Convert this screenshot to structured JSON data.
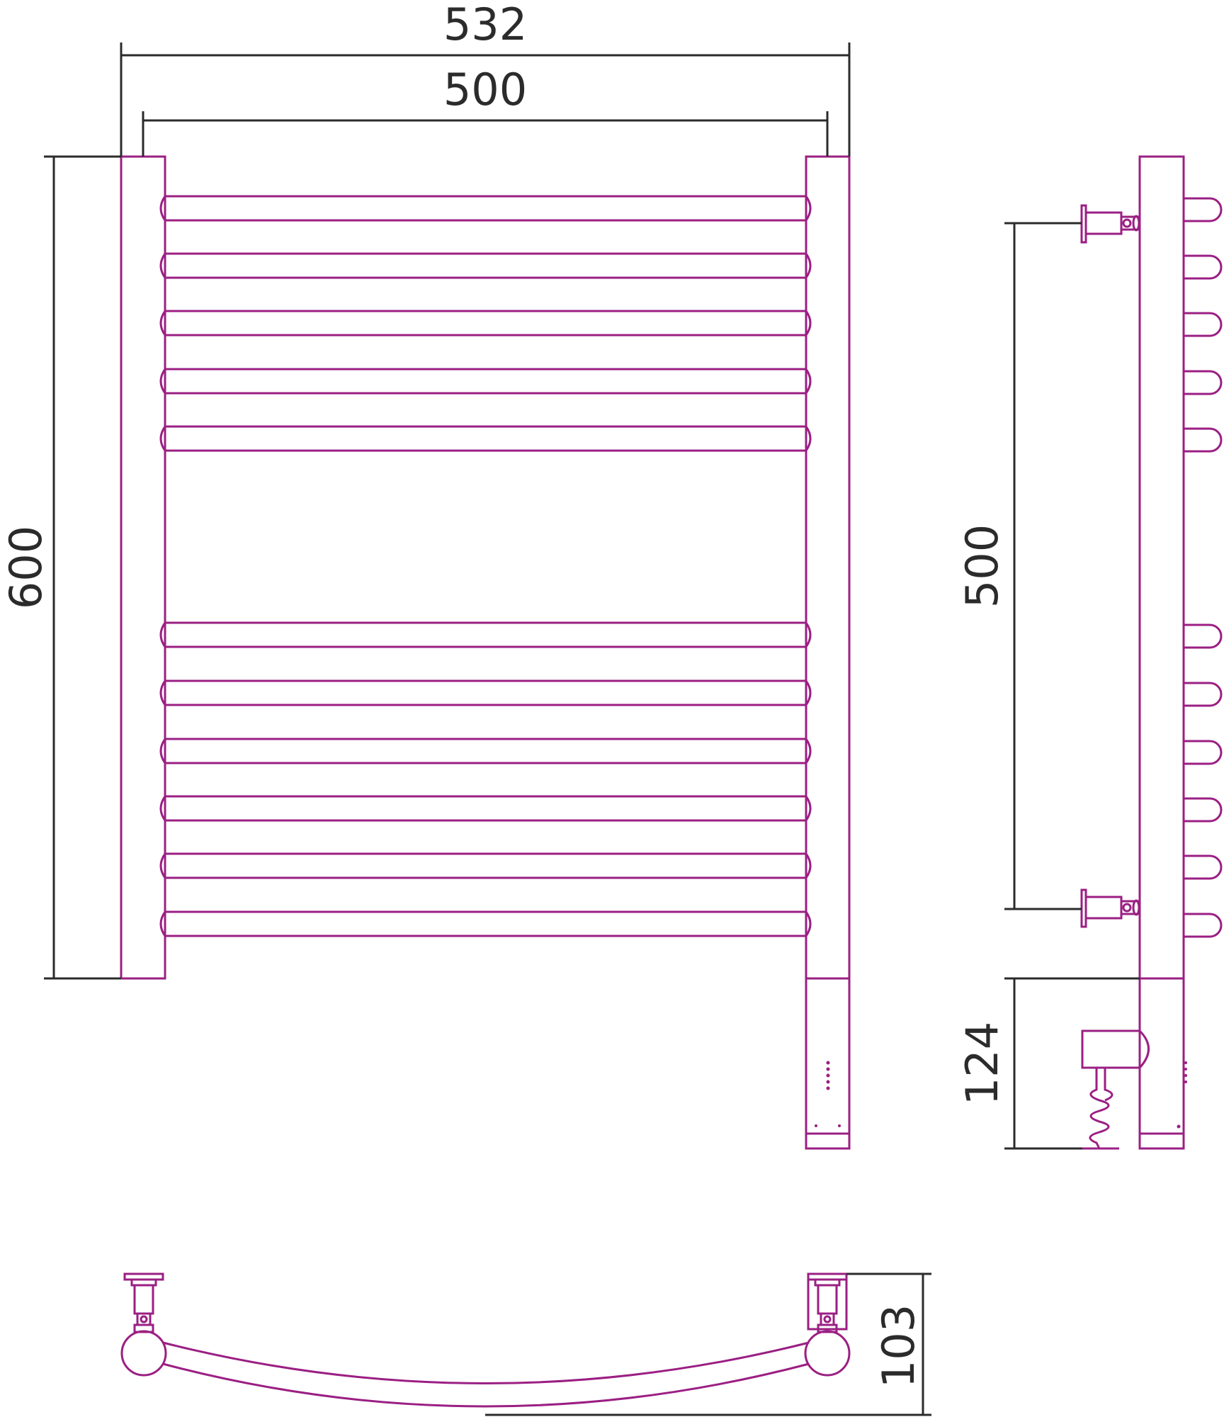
{
  "colors": {
    "product": "#9b1f83",
    "dimension": "#2b2b2b",
    "background": "#ffffff"
  },
  "dimensions": {
    "overall_width": "532",
    "center_distance_width": "500",
    "height": "600",
    "connection_distance": "500",
    "heater_height": "124",
    "depth": "103"
  }
}
